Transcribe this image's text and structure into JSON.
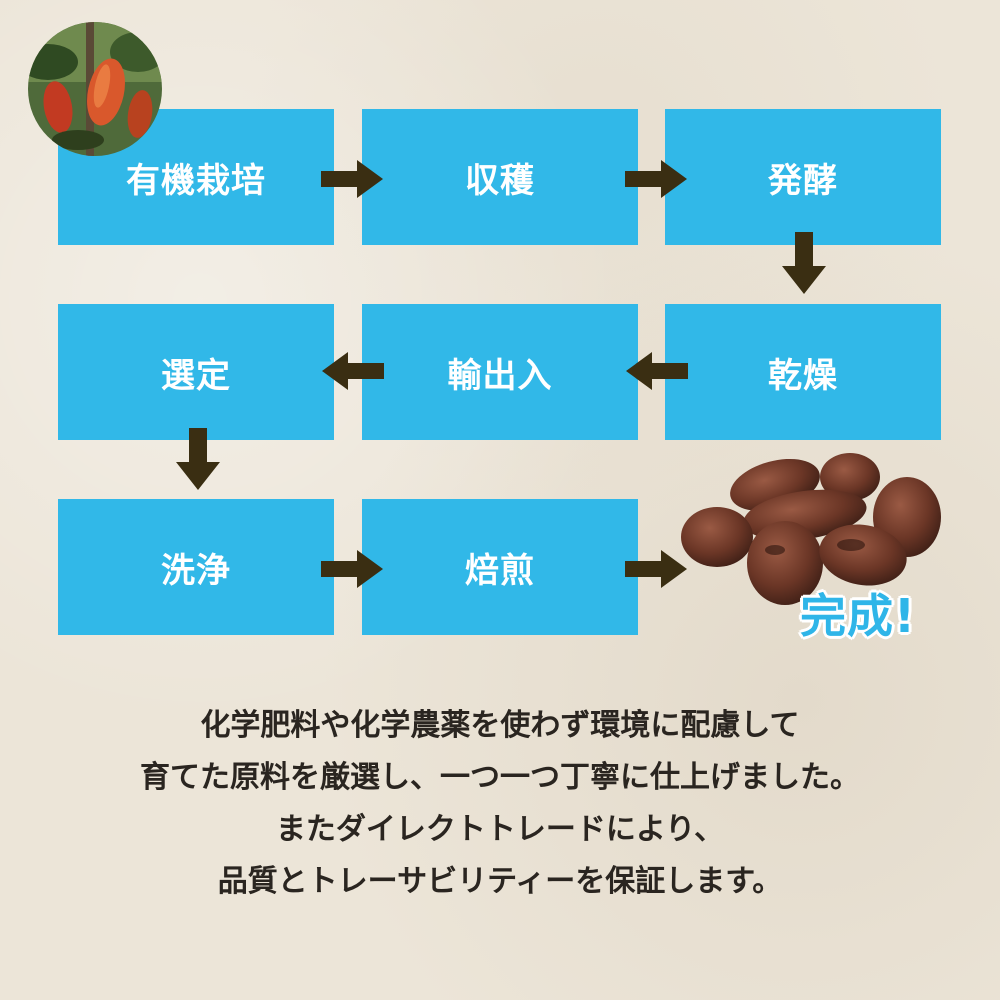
{
  "colors": {
    "box": "#31b8e8",
    "arrow": "#3a2e12",
    "done_text": "#2fb5e8"
  },
  "steps": [
    {
      "id": "organic-farming",
      "label": "有機栽培"
    },
    {
      "id": "harvest",
      "label": "収穫"
    },
    {
      "id": "fermentation",
      "label": "発酵"
    },
    {
      "id": "drying",
      "label": "乾燥"
    },
    {
      "id": "import",
      "label": "輸出入"
    },
    {
      "id": "selection",
      "label": "選定"
    },
    {
      "id": "washing",
      "label": "洗浄"
    },
    {
      "id": "roasting",
      "label": "焙煎"
    }
  ],
  "completion_label": "完成!",
  "images": {
    "top_left_photo": "cacao-pod-photo",
    "final_product_photo": "cacao-beans-photo"
  },
  "caption_lines": [
    "化学肥料や化学農薬を使わず環境に配慮して",
    "育てた原料を厳選し、一つ一つ丁寧に仕上げました。",
    "またダイレクトトレードにより、",
    "品質とトレーサビリティーを保証します。"
  ]
}
